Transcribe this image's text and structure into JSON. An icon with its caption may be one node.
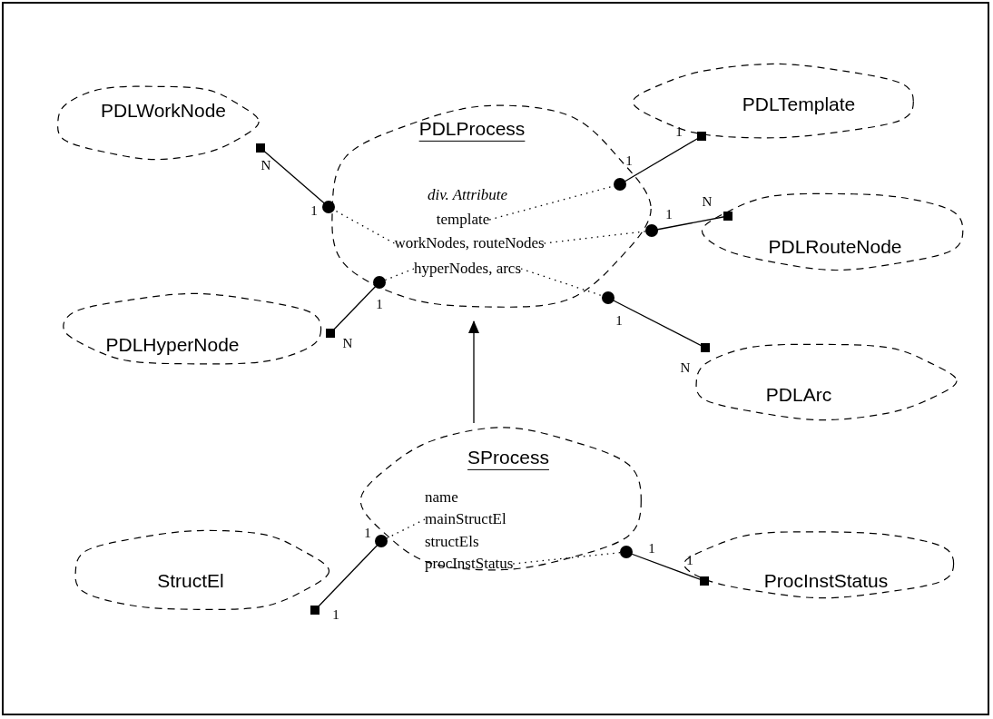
{
  "diagram": {
    "nodes": [
      {
        "text": [
          "PDLWorkNode"
        ]
      },
      {
        "text": [
          "PDLTemplate"
        ]
      },
      {
        "text": [
          "PDLProcess"
        ]
      },
      {
        "text": [
          "div. Attribute"
        ],
        "in": 2
      },
      {
        "text": [
          "template"
        ],
        "in": 2
      },
      {
        "text": [
          "workNodes, routeNodes"
        ],
        "in": 2
      },
      {
        "text": [
          "hyperNodes, arcs"
        ],
        "in": 2
      },
      {
        "text": [
          "PDLRouteNode"
        ]
      },
      {
        "text": [
          "PDLHyperNode"
        ]
      },
      {
        "text": [
          "PDLArc"
        ]
      },
      {
        "text": [
          "SProcess"
        ]
      },
      {
        "text": [
          "name"
        ],
        "in": 10
      },
      {
        "text": [
          "mainStructEl"
        ],
        "in": 10
      },
      {
        "text": [
          "structEls"
        ],
        "in": 10
      },
      {
        "text": [
          "procInstStatus"
        ],
        "in": 10
      },
      {
        "text": [
          "StructEl"
        ]
      },
      {
        "text": [
          "ProcInstStatus"
        ]
      }
    ],
    "edges": [
      {
        "from": 2,
        "to": 0,
        "arrow": "other"
      },
      {
        "from": 2,
        "to": 1,
        "arrow": "other"
      },
      {
        "from": 2,
        "to": 7,
        "arrow": "other"
      },
      {
        "from": 2,
        "to": 8,
        "arrow": "other"
      },
      {
        "from": 2,
        "to": 9,
        "arrow": "other"
      },
      {
        "from": 10,
        "to": 2,
        "arrow": "to"
      },
      {
        "from": 10,
        "to": 15,
        "arrow": "other"
      },
      {
        "from": 10,
        "to": 16,
        "arrow": "other"
      },
      {
        "from": 4,
        "to": null,
        "arrow": "none",
        "style": "dashed"
      },
      {
        "from": 5,
        "to": null,
        "arrow": "none",
        "style": "dashed"
      },
      {
        "from": 5,
        "to": null,
        "arrow": "none",
        "style": "dashed"
      },
      {
        "from": 6,
        "to": null,
        "arrow": "none",
        "style": "dashed"
      },
      {
        "from": 6,
        "to": null,
        "arrow": "none",
        "style": "dashed"
      },
      {
        "from": 12,
        "to": null,
        "arrow": "none",
        "style": "dashed"
      },
      {
        "from": 14,
        "to": null,
        "arrow": "none",
        "style": "dashed"
      }
    ],
    "labels": [
      "1",
      "1",
      "N",
      "N",
      "1",
      "1",
      "1",
      "1",
      "N",
      "N",
      "1",
      "1",
      "1",
      "1"
    ]
  }
}
